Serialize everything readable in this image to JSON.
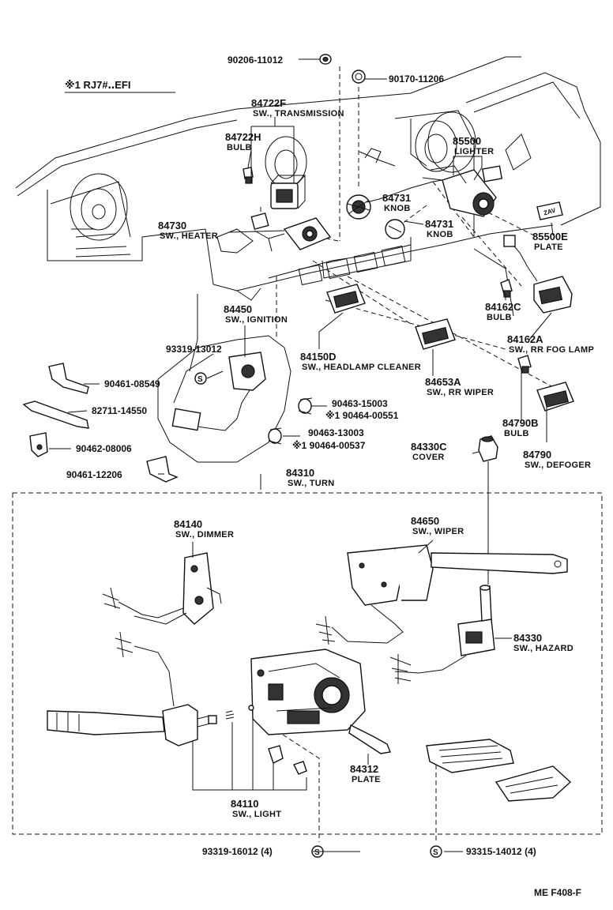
{
  "header": {
    "note": "※1 RJ7#‥EFI"
  },
  "labels": {
    "p90206": "90206-11012",
    "p90170": "90170-11206",
    "p84722F": "84722F",
    "p84722F_d": "SW., TRANSMISSION",
    "p84722H": "84722H",
    "p84722H_d": "BULB",
    "p85500": "85500",
    "p85500_d": "LIGHTER",
    "p84731a": "84731",
    "p84731a_d": "KNOB",
    "p84731b": "84731",
    "p84731b_d": "KNOB",
    "p84730": "84730",
    "p84730_d": "SW., HEATER",
    "p85500E": "85500E",
    "p85500E_d": "PLATE",
    "p84162C": "84162C",
    "p84162C_d": "BULB",
    "p84162A": "84162A",
    "p84162A_d": "SW., RR FOG LAMP",
    "p84450": "84450",
    "p84450_d": "SW., IGNITION",
    "p93319a": "93319-13012",
    "p84150D": "84150D",
    "p84150D_d": "SW., HEADLAMP CLEANER",
    "p84653A": "84653A",
    "p84653A_d": "SW., RR WIPER",
    "p90461a": "90461-08549",
    "p82711": "82711-14550",
    "p90462": "90462-08006",
    "p90461b": "90461-12206",
    "p90463a": "90463-15003",
    "p90464a": "※1 90464-00551",
    "p90463b": "90463-13003",
    "p90464b": "※1 90464-00537",
    "p84790B": "84790B",
    "p84790B_d": "BULB",
    "p84790": "84790",
    "p84790_d": "SW., DEFOGER",
    "p84330C": "84330C",
    "p84330C_d": "COVER",
    "p84310": "84310",
    "p84310_d": "SW., TURN",
    "p84140": "84140",
    "p84140_d": "SW., DIMMER",
    "p84650": "84650",
    "p84650_d": "SW., WIPER",
    "p84330": "84330",
    "p84330_d": "SW., HAZARD",
    "p84312": "84312",
    "p84312_d": "PLATE",
    "p84110": "84110",
    "p84110_d": "SW., LIGHT",
    "p93319b": "93319-16012 (4)",
    "p93315": "93315-14012 (4)",
    "s_mark": "S",
    "zav": "ZAV",
    "footer": "ME  F408-F"
  }
}
